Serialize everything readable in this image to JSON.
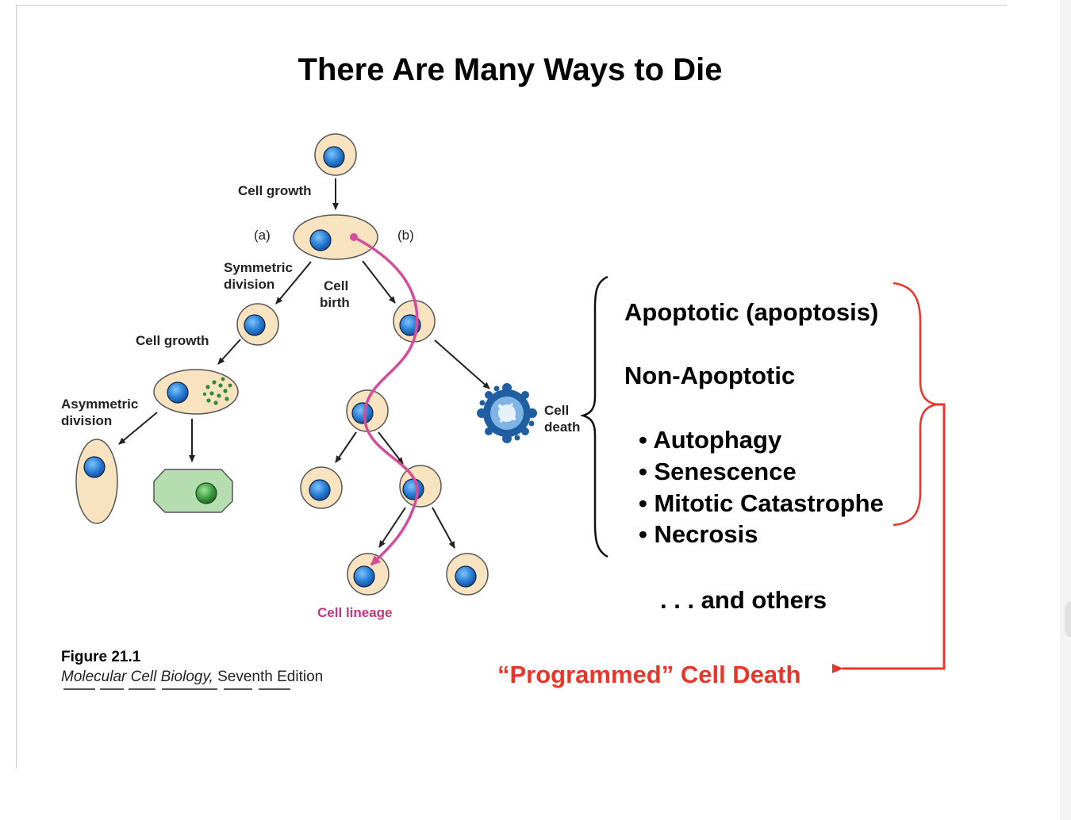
{
  "title": "There Are Many Ways to Die",
  "diagram": {
    "cell_growth_top": "Cell growth",
    "label_a": "(a)",
    "label_b": "(b)",
    "symmetric_division": [
      "Symmetric",
      "division"
    ],
    "cell_birth": [
      "Cell",
      "birth"
    ],
    "cell_growth_left": "Cell growth",
    "asymmetric_division": [
      "Asymmetric",
      "division"
    ],
    "cell_death": [
      "Cell",
      "death"
    ],
    "cell_lineage": "Cell lineage"
  },
  "death_types": {
    "apoptotic": "Apoptotic (apoptosis)",
    "non_apoptotic": "Non-Apoptotic",
    "non_apoptotic_items": [
      "• Autophagy",
      "• Senescence",
      "• Mitotic Catastrophe",
      "• Necrosis"
    ],
    "others": ". . . and others",
    "programmed": "“Programmed” Cell Death"
  },
  "caption": {
    "figure": "Figure 21.1",
    "book_italic": "Molecular Cell Biology,",
    "edition": " Seventh Edition"
  },
  "colors": {
    "cell_fill": "#f7e3bf",
    "nucleus": "#2a7fd4",
    "lineage": "#d44d9a",
    "differentiated_cell": "#b5ddb0",
    "programmed_red": "#e8362a"
  }
}
